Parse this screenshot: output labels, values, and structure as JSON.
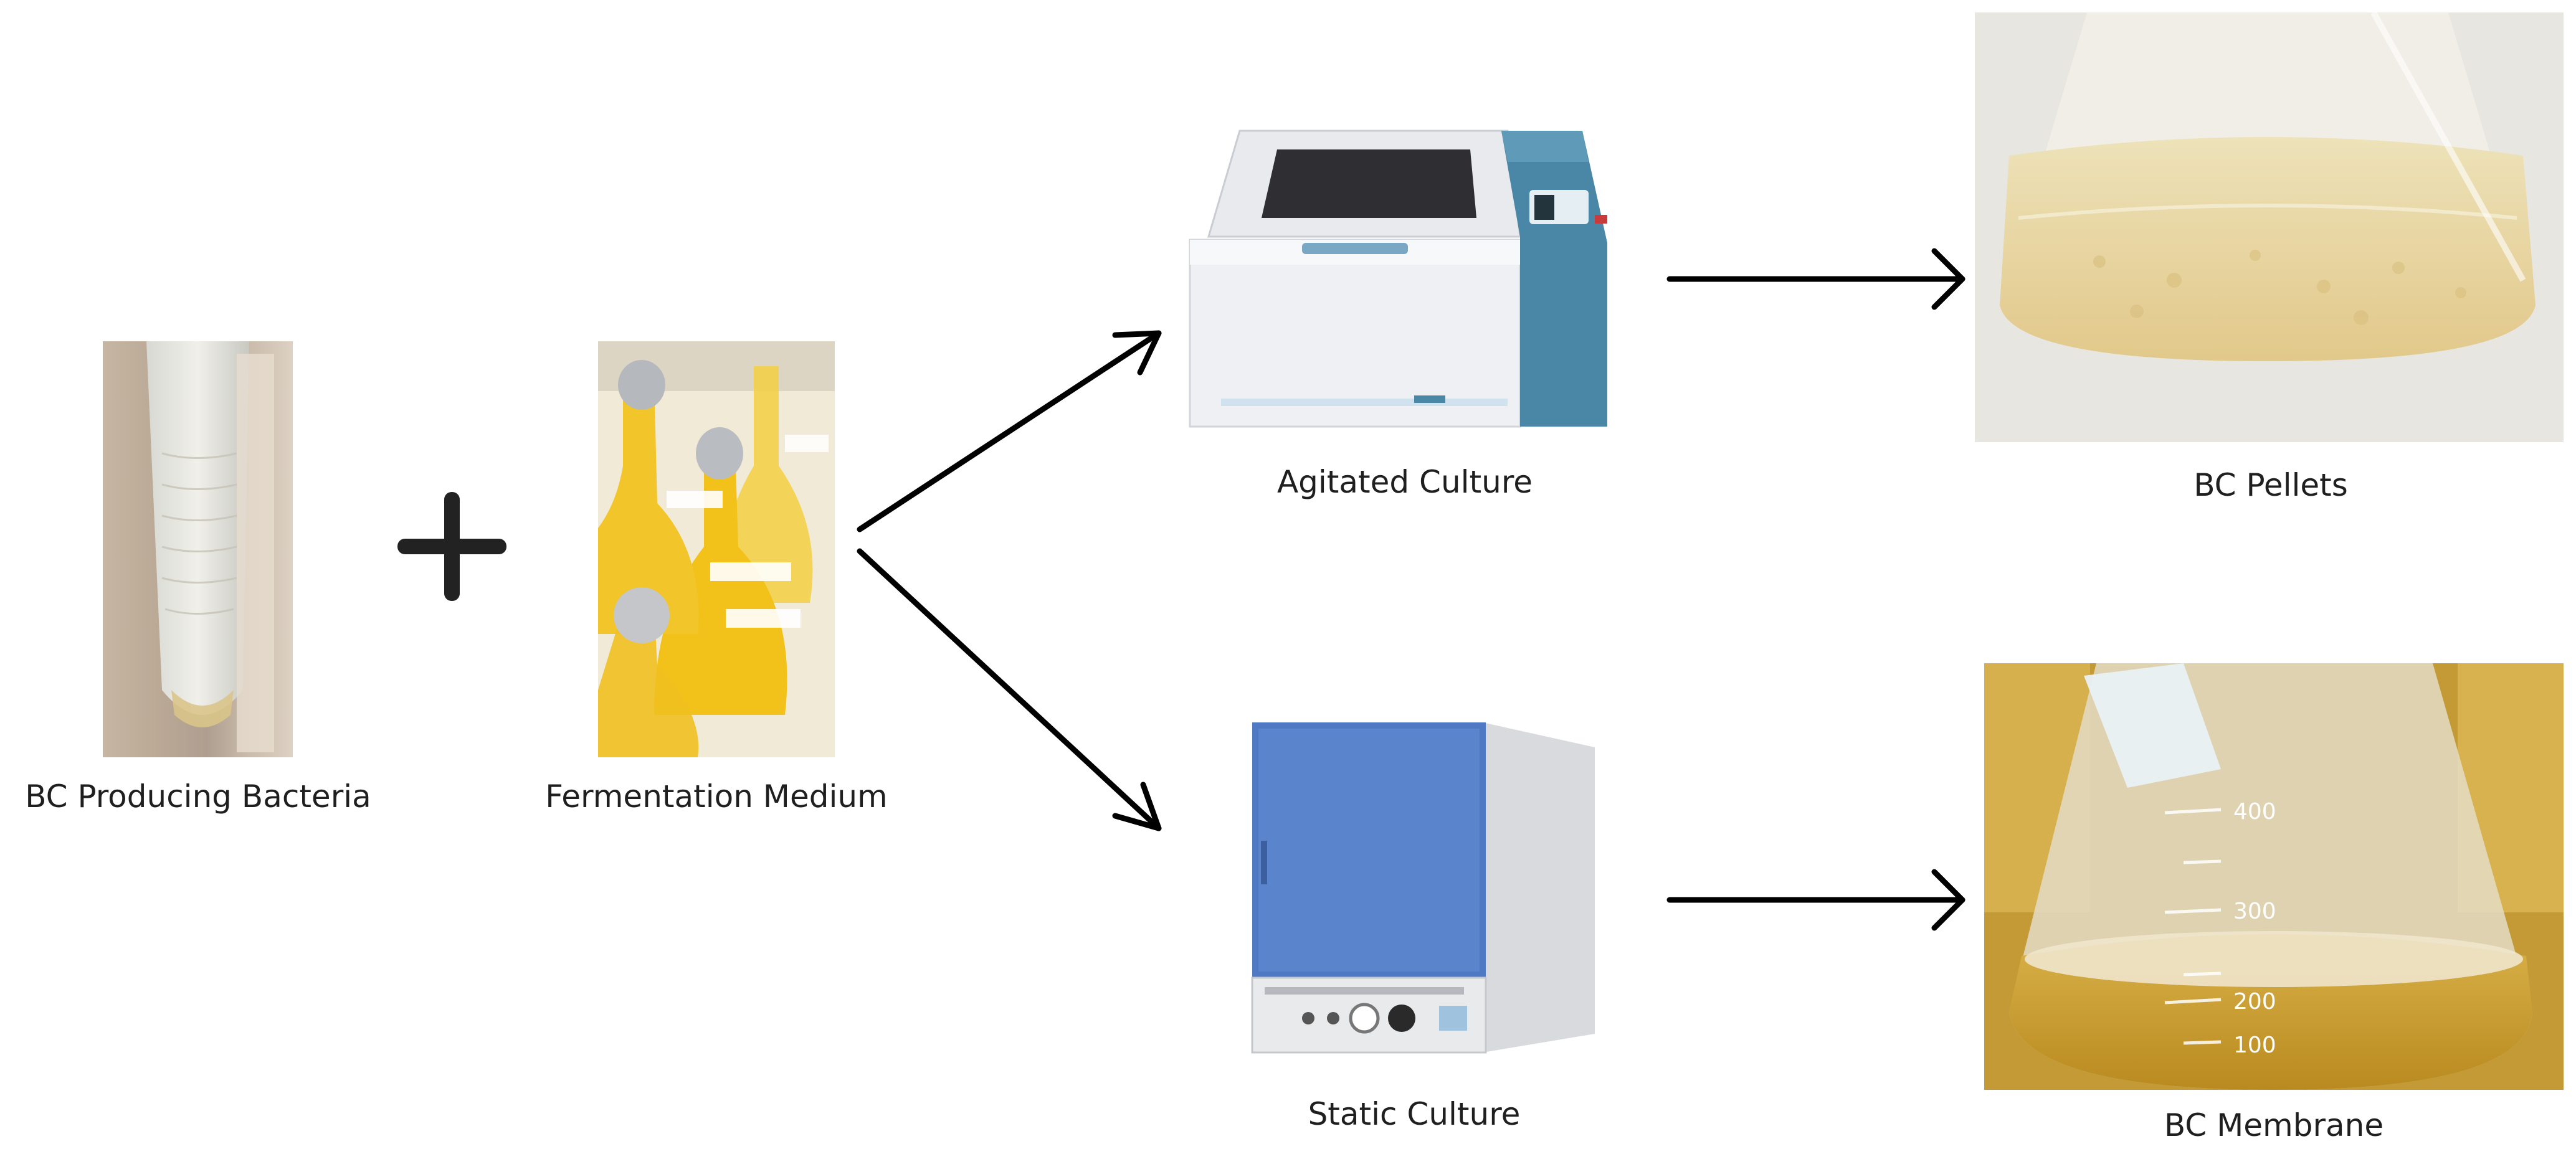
{
  "labels": {
    "bacteria": "BC Producing Bacteria",
    "medium": "Fermentation Medium",
    "agitated": "Agitated Culture",
    "static": "Static Culture",
    "pellets": "BC Pellets",
    "membrane": "BC Membrane"
  },
  "beaker_marks": [
    "400",
    "300",
    "200",
    "100"
  ],
  "icons": {
    "plus": "plus-icon",
    "arrow": "arrow-right-icon"
  },
  "colors": {
    "arrow": "#000000",
    "incubator_blue": "#4f79c2",
    "shaker_teal": "#4a87a6",
    "broth_yellow": "#f2c21b",
    "pellet_tan": "#e9d6a2",
    "membrane_amber": "#d6a528"
  }
}
